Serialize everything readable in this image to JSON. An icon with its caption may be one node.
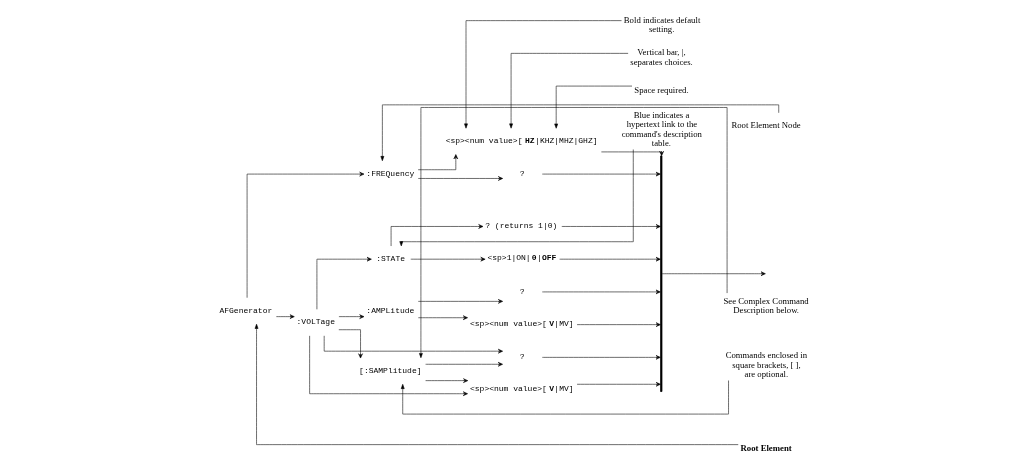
{
  "diagram": {
    "nodes": [
      {
        "text": [
          "AFGenerator"
        ]
      },
      {
        "text": [
          ":FREQuency"
        ]
      },
      {
        "text": [
          "<sp><num value>[**HZ**|KHZ|MHZ|GHZ]"
        ]
      },
      {
        "text": [
          "?"
        ]
      },
      {
        "text": [
          ":VOLTage"
        ]
      },
      {
        "text": [
          "[:SAMPlitude]"
        ]
      },
      {
        "text": [
          "<sp><num value>[**V**|MV]"
        ]
      },
      {
        "text": [
          "?"
        ]
      },
      {
        "text": [
          ":AMPLitude"
        ]
      },
      {
        "text": [
          "<sp><num value>[**V**|MV]"
        ]
      },
      {
        "text": [
          "?"
        ]
      },
      {
        "text": [
          ":STATe"
        ]
      },
      {
        "text": [
          "<sp>1|ON|**0**|**OFF**"
        ]
      },
      {
        "text": [
          "? (returns 1|0)"
        ]
      },
      {
        "text": [],
        "shape": "bar"
      },
      {
        "text": [
          "Root Element"
        ]
      },
      {
        "text": [
          "Root Element Node"
        ]
      },
      {
        "text": [
          "Space required."
        ]
      },
      {
        "text": [
          "Bold indicates default setting."
        ]
      },
      {
        "text": [
          "Vertical bar, |, separates choices."
        ]
      },
      {
        "text": [
          "Commands enclosed in square brackets, [ ], are optional."
        ]
      },
      {
        "text": [
          "See Complex Command Description below."
        ]
      },
      {
        "text": [
          "Blue indicates a hypertext link to the command's description table."
        ]
      }
    ],
    "edges": [
      {
        "from": 0,
        "to": 1,
        "arrow": "to"
      },
      {
        "from": 0,
        "to": 4,
        "arrow": "to"
      },
      {
        "from": 1,
        "to": 2,
        "arrow": "to"
      },
      {
        "from": 1,
        "to": 3,
        "arrow": "to"
      },
      {
        "from": 2,
        "to": 14,
        "arrow": "to"
      },
      {
        "from": 3,
        "to": 14,
        "arrow": "to"
      },
      {
        "from": 4,
        "to": 5,
        "arrow": "to"
      },
      {
        "from": 4,
        "to": 6,
        "arrow": "to"
      },
      {
        "from": 5,
        "to": 6,
        "arrow": "to"
      },
      {
        "from": 4,
        "to": 7,
        "arrow": "to"
      },
      {
        "from": 5,
        "to": 7,
        "arrow": "to"
      },
      {
        "from": 4,
        "to": 8,
        "arrow": "to"
      },
      {
        "from": 4,
        "to": 11,
        "arrow": "to"
      },
      {
        "from": 8,
        "to": 9,
        "arrow": "to"
      },
      {
        "from": 8,
        "to": 10,
        "arrow": "to"
      },
      {
        "from": 11,
        "to": 12,
        "arrow": "to"
      },
      {
        "from": 11,
        "to": 13,
        "arrow": "to"
      },
      {
        "from": 6,
        "to": 14,
        "arrow": "to"
      },
      {
        "from": 7,
        "to": 14,
        "arrow": "to"
      },
      {
        "from": 9,
        "to": 14,
        "arrow": "to"
      },
      {
        "from": 10,
        "to": 14,
        "arrow": "to"
      },
      {
        "from": 12,
        "to": 14,
        "arrow": "to"
      },
      {
        "from": 13,
        "to": 14,
        "arrow": "to"
      },
      {
        "from": 14,
        "to": null,
        "arrow": "to"
      },
      {
        "from": 15,
        "to": 0,
        "arrow": "to"
      },
      {
        "from": 16,
        "to": 1,
        "arrow": "to"
      },
      {
        "from": 17,
        "to": 2,
        "arrow": "to"
      },
      {
        "from": 18,
        "to": 2,
        "arrow": "to"
      },
      {
        "from": 19,
        "to": 2,
        "arrow": "to"
      },
      {
        "from": 20,
        "to": 5,
        "arrow": "to"
      },
      {
        "from": 21,
        "to": 5,
        "arrow": "to"
      },
      {
        "from": 22,
        "to": 11,
        "arrow": "to"
      }
    ]
  }
}
